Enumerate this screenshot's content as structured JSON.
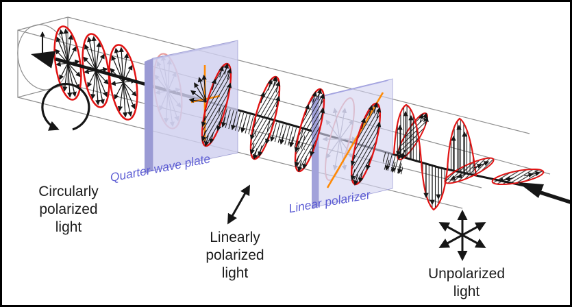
{
  "labels": {
    "circular": {
      "lines": [
        "Circularly",
        "polarized",
        "light"
      ]
    },
    "linear": {
      "lines": [
        "Linearly",
        "polarized",
        "light"
      ]
    },
    "unpolarized": {
      "lines": [
        "Unpolarized",
        "light"
      ]
    },
    "quarter_wave_plate": "Quarter-wave plate",
    "linear_polarizer": "Linear polarizer"
  },
  "colors": {
    "ink": "#161616",
    "red": "#e01313",
    "red-faded": "#e79c9c",
    "orange": "#ff8a05",
    "wire": "#8e8e8e",
    "gray-arrow": "#9d9dae",
    "qwp-fill": "#cfcfef",
    "qwp-top": "#7e7ec9",
    "qwp-side": "#9a9ad4",
    "lp-fill": "#d4d4f1",
    "lp-top": "#5f5fd3",
    "lp-side": "#a2a2da",
    "plate-label": "#5d5dd4",
    "background": "#ffffff",
    "border": "#000000"
  }
}
